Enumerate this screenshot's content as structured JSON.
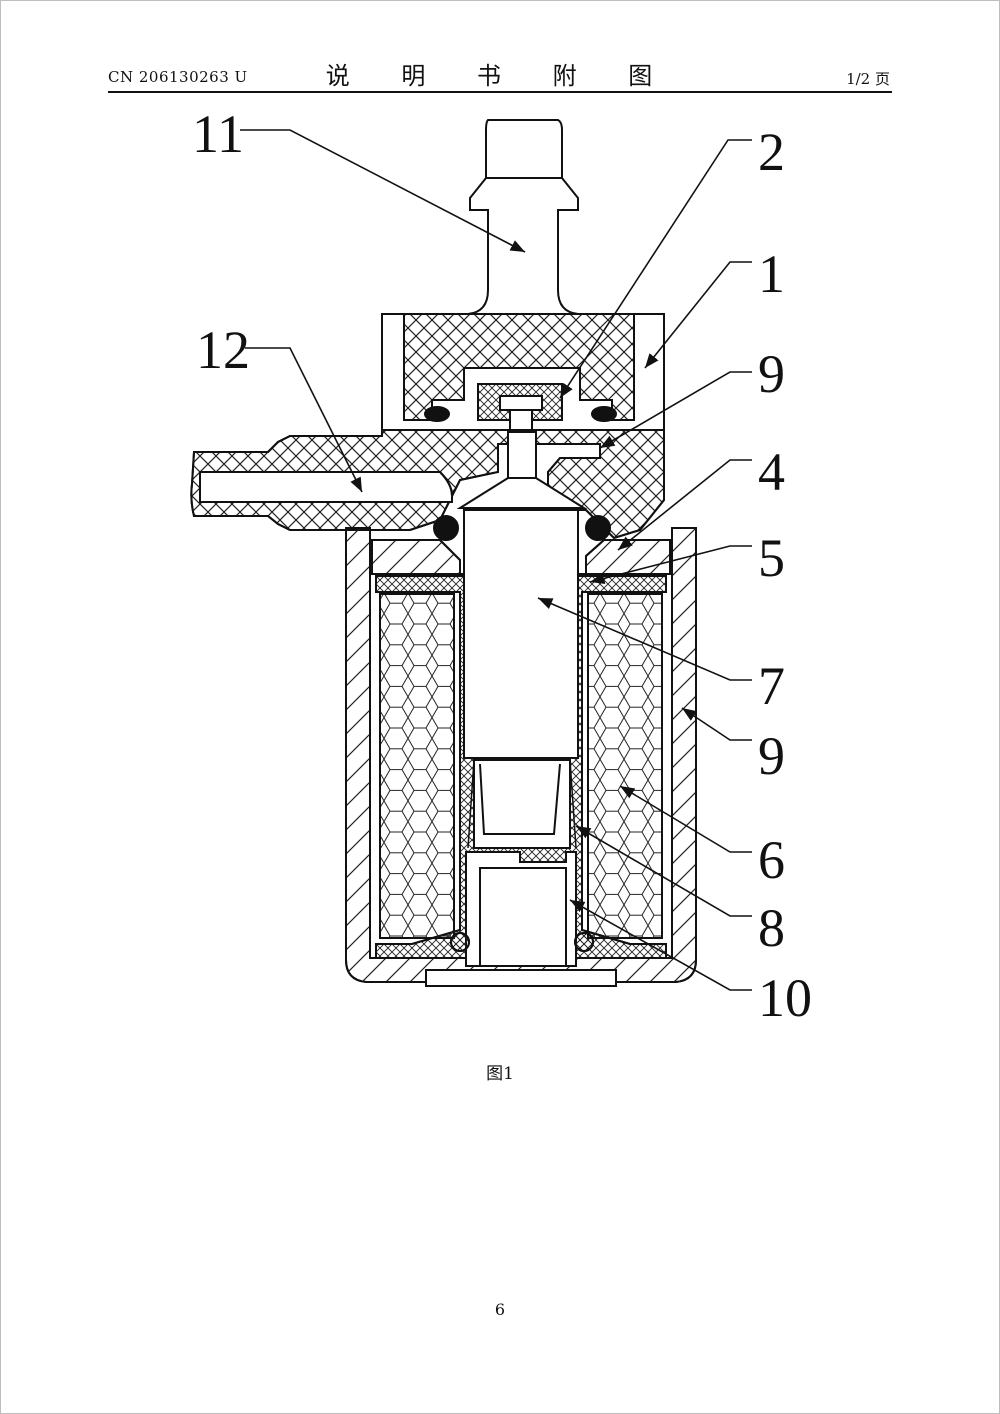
{
  "header": {
    "patent_number": "CN 206130263 U",
    "title": "说 明 书 附 图",
    "page_indicator": "1/2 页"
  },
  "figure": {
    "caption": "图1",
    "labels": {
      "l11": "11",
      "l2": "2",
      "l1": "1",
      "l12": "12",
      "l9a": "9",
      "l4": "4",
      "l5": "5",
      "l7": "7",
      "l9b": "9",
      "l6": "6",
      "l8": "8",
      "l10": "10"
    }
  },
  "footer": {
    "page_number": "6"
  }
}
